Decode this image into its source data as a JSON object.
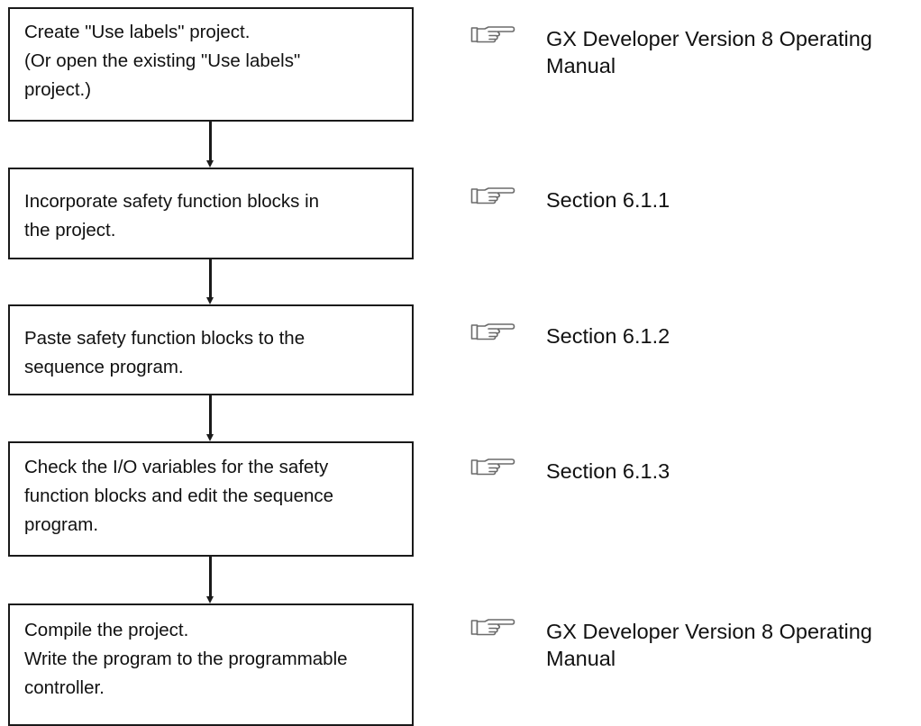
{
  "steps": [
    {
      "lines": [
        "Create \"Use labels\" project.",
        "(Or open the existing \"Use labels\"",
        "project.)"
      ],
      "reference": "GX Developer Version 8 Operating Manual"
    },
    {
      "lines": [
        "Incorporate safety function blocks in",
        "the project."
      ],
      "reference": "Section 6.1.1"
    },
    {
      "lines": [
        "Paste safety function blocks to the",
        "sequence program."
      ],
      "reference": "Section 6.1.2"
    },
    {
      "lines": [
        "Check the I/O variables for the safety",
        "function blocks and edit the sequence",
        "program."
      ],
      "reference": "Section 6.1.3"
    },
    {
      "lines": [
        "Compile the project.",
        "Write the program to the programmable",
        "controller."
      ],
      "reference": "GX Developer Version 8 Operating Manual"
    }
  ],
  "reference_icon": "pointing-hand-icon",
  "colors": {
    "line": "#1a1a1a",
    "icon": "#6b6b6b",
    "text": "#111111",
    "background": "#ffffff"
  }
}
